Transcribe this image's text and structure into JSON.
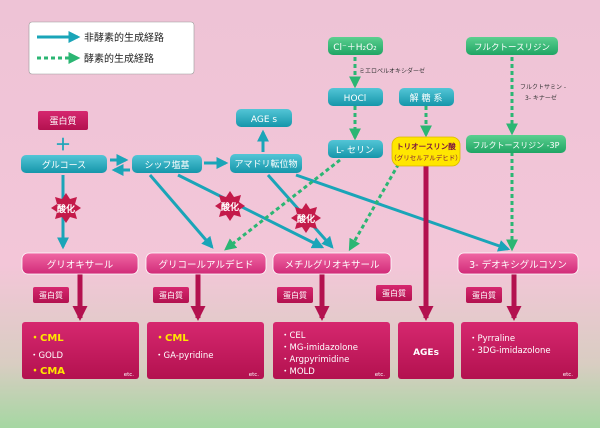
{
  "legend": {
    "non_enzymatic": "非酵素的生成経路",
    "enzymatic": "酵素的生成経路"
  },
  "top": {
    "cl_h2o2": "Cl⁻＋H₂O₂",
    "mpo": "ミエロペルオキシダーゼ",
    "hocl": "HOCl",
    "glycolysis": "解 糖 系",
    "l_serine": "L- セリン",
    "triose_line1": "トリオースリン酸",
    "triose_line2": "（グリセルアルデヒド）",
    "fructose_lysine": "フルクトースリジン",
    "fructosamine_line1": "フルクトサミン -",
    "fructosamine_line2": "3- キナーゼ",
    "fructose_lysine_3p": "フルクトースリジン -3P"
  },
  "left": {
    "protein": "蛋白質",
    "plus": "＋",
    "glucose": "グルコース",
    "schiff": "シッフ塩基",
    "amadori": "アマドリ転位物",
    "ages_top": "AGE s"
  },
  "oxidation": "酸化",
  "mid": {
    "glyoxal": "グリオキサール",
    "glycolaldehyde": "グリコールアルデヒド",
    "methylglyoxal": "メチルグリオキサール",
    "deoxyglucosone": "3- デオキシグルコソン"
  },
  "protein_label": "蛋白質",
  "bottom": {
    "glyoxal_products": [
      "CML",
      "GOLD",
      "CMA"
    ],
    "glycolaldehyde_products": [
      "CML",
      "GA-pyridine"
    ],
    "methylglyoxal_products": [
      "CEL",
      "MG-imidazolone",
      "Argpyrimidine",
      "MOLD"
    ],
    "ages": "AGEs",
    "deoxyglucosone_products": [
      "Pyrraline",
      "3DG-imidazolone"
    ],
    "etc": "etc."
  },
  "colors": {
    "teal": "#1aa5b8",
    "green": "#2bb673",
    "magenta": "#c8206a",
    "product_box": "#c0185f",
    "burst": "#c41a4a",
    "highlight": "#ffe600",
    "bg_top": "#f2c0d4",
    "bg_bottom": "#a7d8a4"
  }
}
